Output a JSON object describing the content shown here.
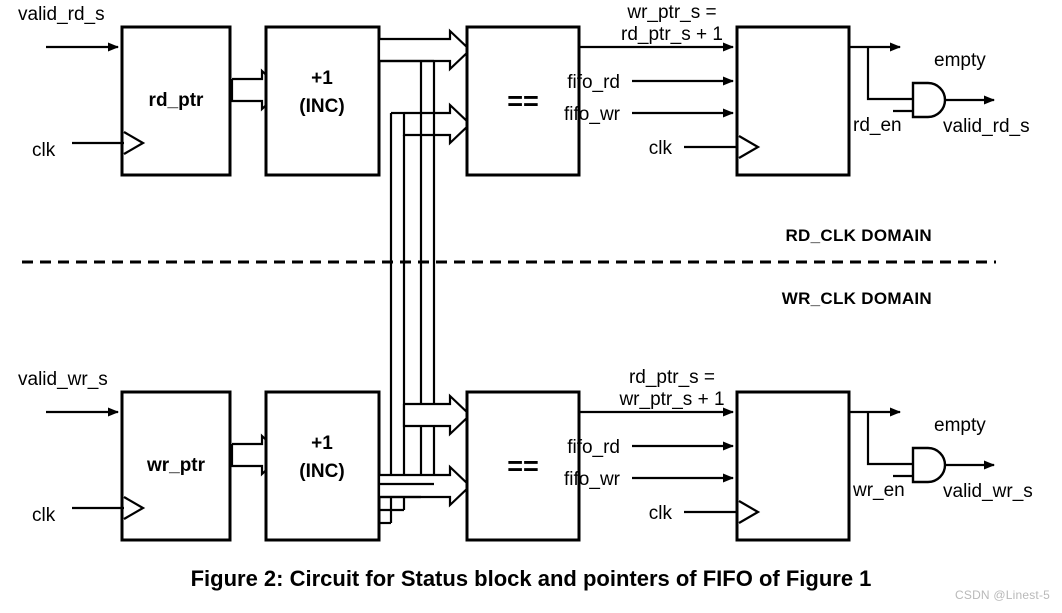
{
  "figure": {
    "caption": "Figure 2: Circuit for Status block and pointers of FIFO of Figure 1",
    "watermark": "CSDN @Linest-5"
  },
  "domains": {
    "top_label": "RD_CLK DOMAIN",
    "bottom_label": "WR_CLK DOMAIN"
  },
  "read_domain": {
    "inputs": {
      "valid": "valid_rd_s",
      "clk": "clk"
    },
    "ptr_block": "rd_ptr",
    "inc_block_line1": "+1",
    "inc_block_line2": "(INC)",
    "compare_block": "==",
    "status_inputs": {
      "compare_out_line1": "wr_ptr_s =",
      "compare_out_line2": "rd_ptr_s + 1",
      "fifo_rd": "fifo_rd",
      "fifo_wr": "fifo_wr",
      "clk": "clk"
    },
    "outputs": {
      "empty": "empty",
      "enable": "rd_en",
      "valid": "valid_rd_s"
    }
  },
  "write_domain": {
    "inputs": {
      "valid": "valid_wr_s",
      "clk": "clk"
    },
    "ptr_block": "wr_ptr",
    "inc_block_line1": "+1",
    "inc_block_line2": "(INC)",
    "compare_block": "==",
    "status_inputs": {
      "compare_out_line1": "rd_ptr_s =",
      "compare_out_line2": "wr_ptr_s + 1",
      "fifo_rd": "fifo_rd",
      "fifo_wr": "fifo_wr",
      "clk": "clk"
    },
    "outputs": {
      "empty": "empty",
      "enable": "wr_en",
      "valid": "valid_wr_s"
    }
  },
  "colors": {
    "ink": "#000000",
    "paper": "#ffffff",
    "watermark": "#b9b9b9"
  }
}
